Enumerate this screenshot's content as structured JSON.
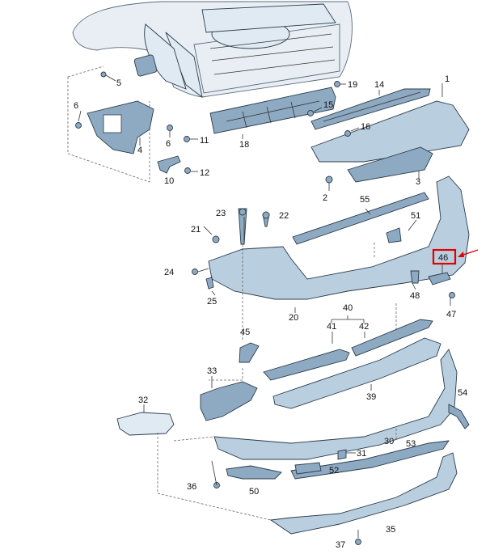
{
  "diagram": {
    "accent_color": "#e00000",
    "highlighted_part": "46",
    "callouts": [
      "1",
      "2",
      "3",
      "4",
      "5",
      "6",
      "6",
      "10",
      "11",
      "12",
      "14",
      "15",
      "16",
      "18",
      "19",
      "20",
      "21",
      "22",
      "23",
      "24",
      "25",
      "30",
      "31",
      "32",
      "33",
      "35",
      "36",
      "37",
      "39",
      "40",
      "41",
      "42",
      "45",
      "46",
      "47",
      "48",
      "50",
      "51",
      "52",
      "53",
      "54",
      "55"
    ]
  }
}
